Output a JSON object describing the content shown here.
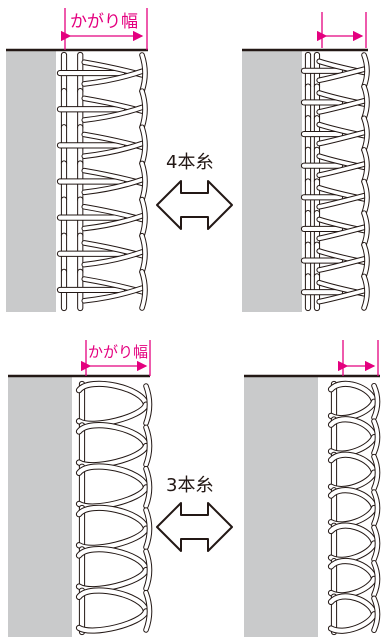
{
  "colors": {
    "fabric": "#c9cacb",
    "outline": "#231815",
    "accent": "#e4007f",
    "thread_fill": "#ffffff"
  },
  "sections": [
    {
      "thread_label": "4本糸",
      "left": {
        "width_label": "かがり幅",
        "width": "wide"
      },
      "right": {
        "width_label": "",
        "width": "narrow"
      }
    },
    {
      "thread_label": "3本糸",
      "left": {
        "width_label": "かがり幅",
        "width": "wide"
      },
      "right": {
        "width_label": "",
        "width": "narrow"
      }
    }
  ],
  "icons": {
    "compare": "double-arrow-icon"
  }
}
